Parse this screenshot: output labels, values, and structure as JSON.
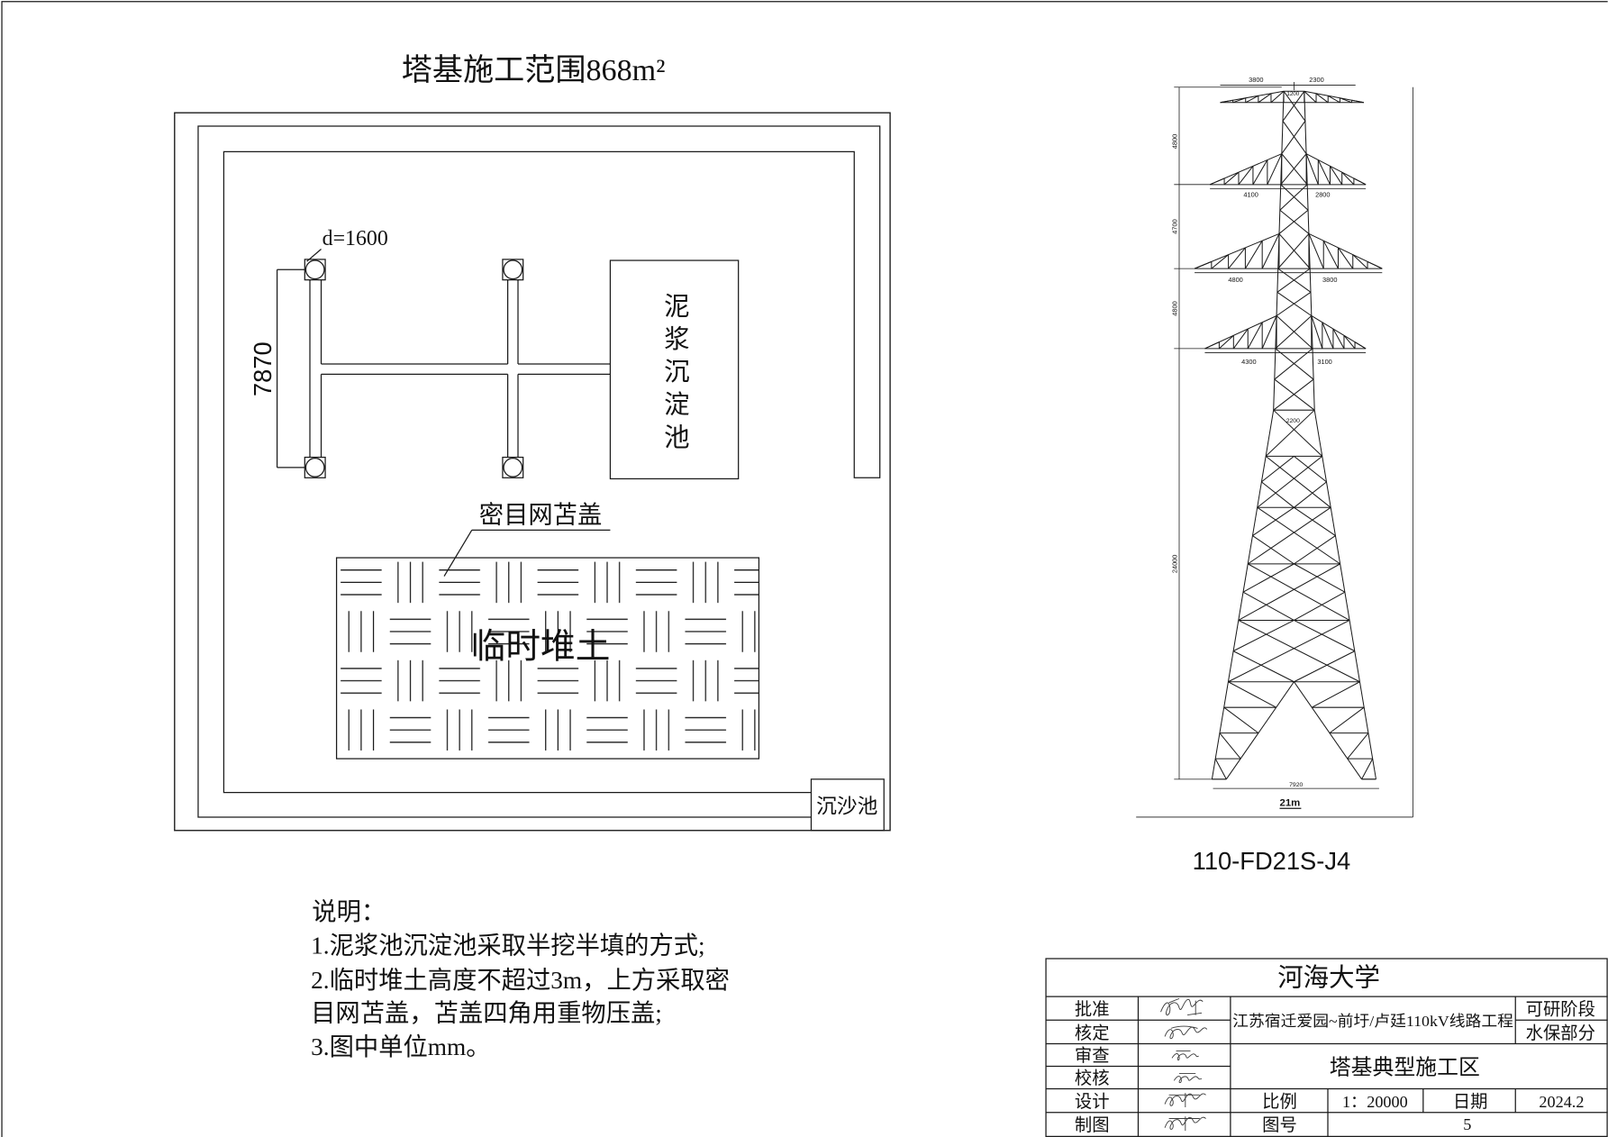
{
  "title": "塔基施工范围868m²",
  "plan": {
    "pile_label": "d=1600",
    "pile_spacing": "7870",
    "mud_pool": "泥浆沉淀池",
    "mesh_cover_label": "密目网苫盖",
    "soil_pile": "临时堆土",
    "sand_pit": "沉沙池"
  },
  "tower": {
    "designation": "110-FD21S-J4",
    "arm_widths": [
      {
        "left": "3800",
        "right": "2300"
      },
      {
        "left": "4100",
        "right": "2800"
      },
      {
        "left": "4800",
        "right": "3800"
      },
      {
        "left": "4300",
        "right": "3100"
      }
    ],
    "top_width": "1200",
    "waist_width": "2200",
    "base_width": "7920",
    "call_height": "21m",
    "vertical_dims": [
      "4800",
      "4700",
      "4800",
      "24000"
    ]
  },
  "notes": {
    "heading": "说明：",
    "lines": [
      "1.泥浆池沉淀池采取半挖半填的方式;",
      "2.临时堆土高度不超过3m，上方采取密",
      "目网苫盖，苫盖四角用重物压盖;",
      "3.图中单位mm。"
    ]
  },
  "title_block": {
    "org": "河海大学",
    "roles": [
      "批准",
      "核定",
      "审查",
      "校核",
      "设计",
      "制图"
    ],
    "project": "江苏宿迁爱园~前圩/卢廷110kV线路工程",
    "stage": "可研阶段",
    "part": "水保部分",
    "drawing_title": "塔基典型施工区",
    "scale_label": "比例",
    "scale": "1：20000",
    "date_label": "日期",
    "date": "2024.2",
    "number_label": "图号",
    "number": "5"
  },
  "colors": {
    "line": "#1a1a1a",
    "boundary": "#d42a2a"
  }
}
